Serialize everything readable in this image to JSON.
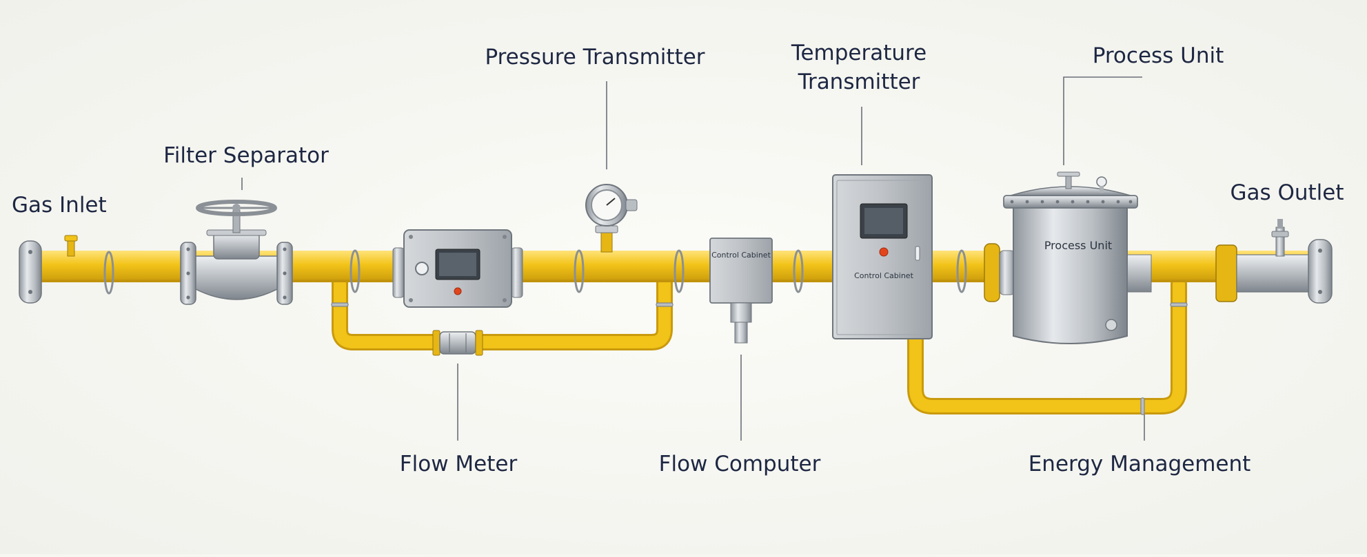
{
  "labels": {
    "gas_inlet": "Gas Inlet",
    "filter_separator": "Filter Separator",
    "pressure_transmitter": "Pressure Transmitter",
    "temperature_transmitter_line1": "Temperature",
    "temperature_transmitter_line2": "Transmitter",
    "process_unit": "Process Unit",
    "gas_outlet": "Gas Outlet",
    "flow_meter": "Flow Meter",
    "flow_computer": "Flow Computer",
    "energy_management": "Energy Management"
  },
  "equipment_text": {
    "flow_computer_box": "Control Cabinet",
    "control_cabinet": "Control Cabinet",
    "process_unit_vessel": "Process Unit"
  },
  "colors": {
    "pipe": "#f2c318",
    "pipe_shade": "#c99a0c",
    "steel": "#c4c8cc",
    "steel_dark": "#7e858c",
    "indicator": "#e2451c",
    "screen": "#3b4148",
    "label_text": "#1d2742"
  }
}
